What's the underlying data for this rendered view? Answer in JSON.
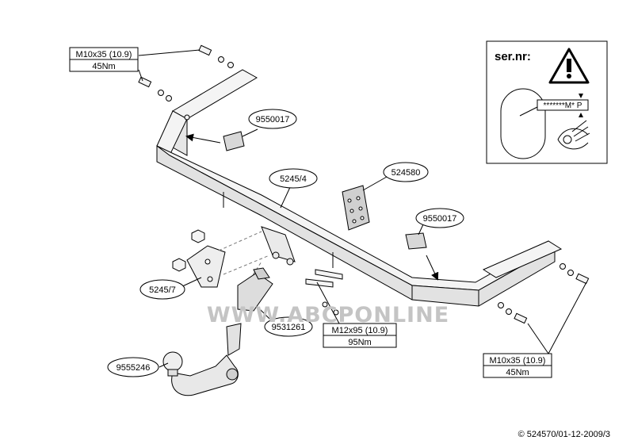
{
  "labels": {
    "part_bar": "5245/4",
    "part_plate": "524580",
    "part_sticker_left": "9550017",
    "part_sticker_right": "9550017",
    "part_bracket": "5245/7",
    "part_socket_module": "9531261",
    "part_ball": "9555246"
  },
  "bolts": {
    "top_left": {
      "spec": "M10x35 (10.9)",
      "torque": "45Nm"
    },
    "center": {
      "spec": "M12x95 (10.9)",
      "torque": "95Nm"
    },
    "right": {
      "spec": "M10x35 (10.9)",
      "torque": "45Nm"
    }
  },
  "serial_panel": {
    "title": "ser.nr:",
    "marker_code": "*******M* P"
  },
  "watermark": "WWW.ABCPONLINE",
  "footer": {
    "copyright": "© 524570/01-12-2009/3"
  },
  "colors": {
    "line": "#000000",
    "part_fill": "#f4f4f4",
    "shade": "#d8d8d8",
    "watermark": "#c4c4c4"
  }
}
